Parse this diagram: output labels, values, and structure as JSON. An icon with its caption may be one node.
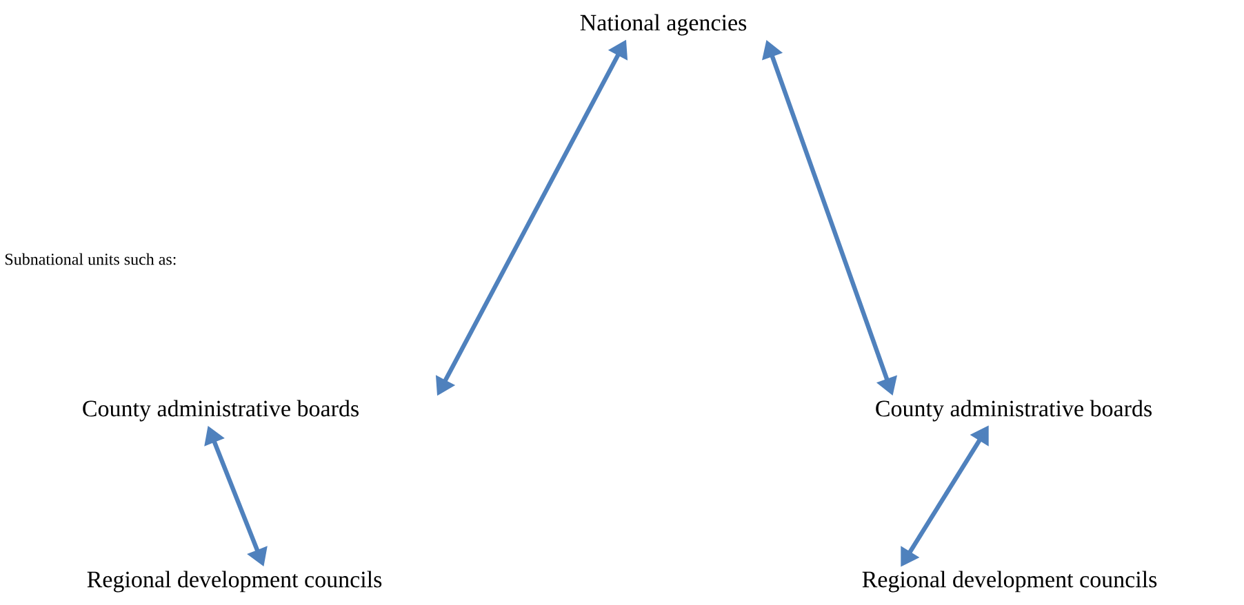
{
  "diagram": {
    "nodes": [
      {
        "text": [
          "National agencies"
        ]
      },
      {
        "text": [
          "County administrative boards"
        ]
      },
      {
        "text": [
          "County administrative boards"
        ]
      },
      {
        "text": [
          "Regional development councils"
        ]
      },
      {
        "text": [
          "Regional development councils"
        ]
      }
    ],
    "edges": [
      {
        "from": 0,
        "to": 1,
        "arrow": "both"
      },
      {
        "from": 0,
        "to": 2,
        "arrow": "both"
      },
      {
        "from": 1,
        "to": 3,
        "arrow": "both"
      },
      {
        "from": 2,
        "to": 4,
        "arrow": "both"
      }
    ],
    "labels": [
      "Subnational units such as:"
    ]
  }
}
